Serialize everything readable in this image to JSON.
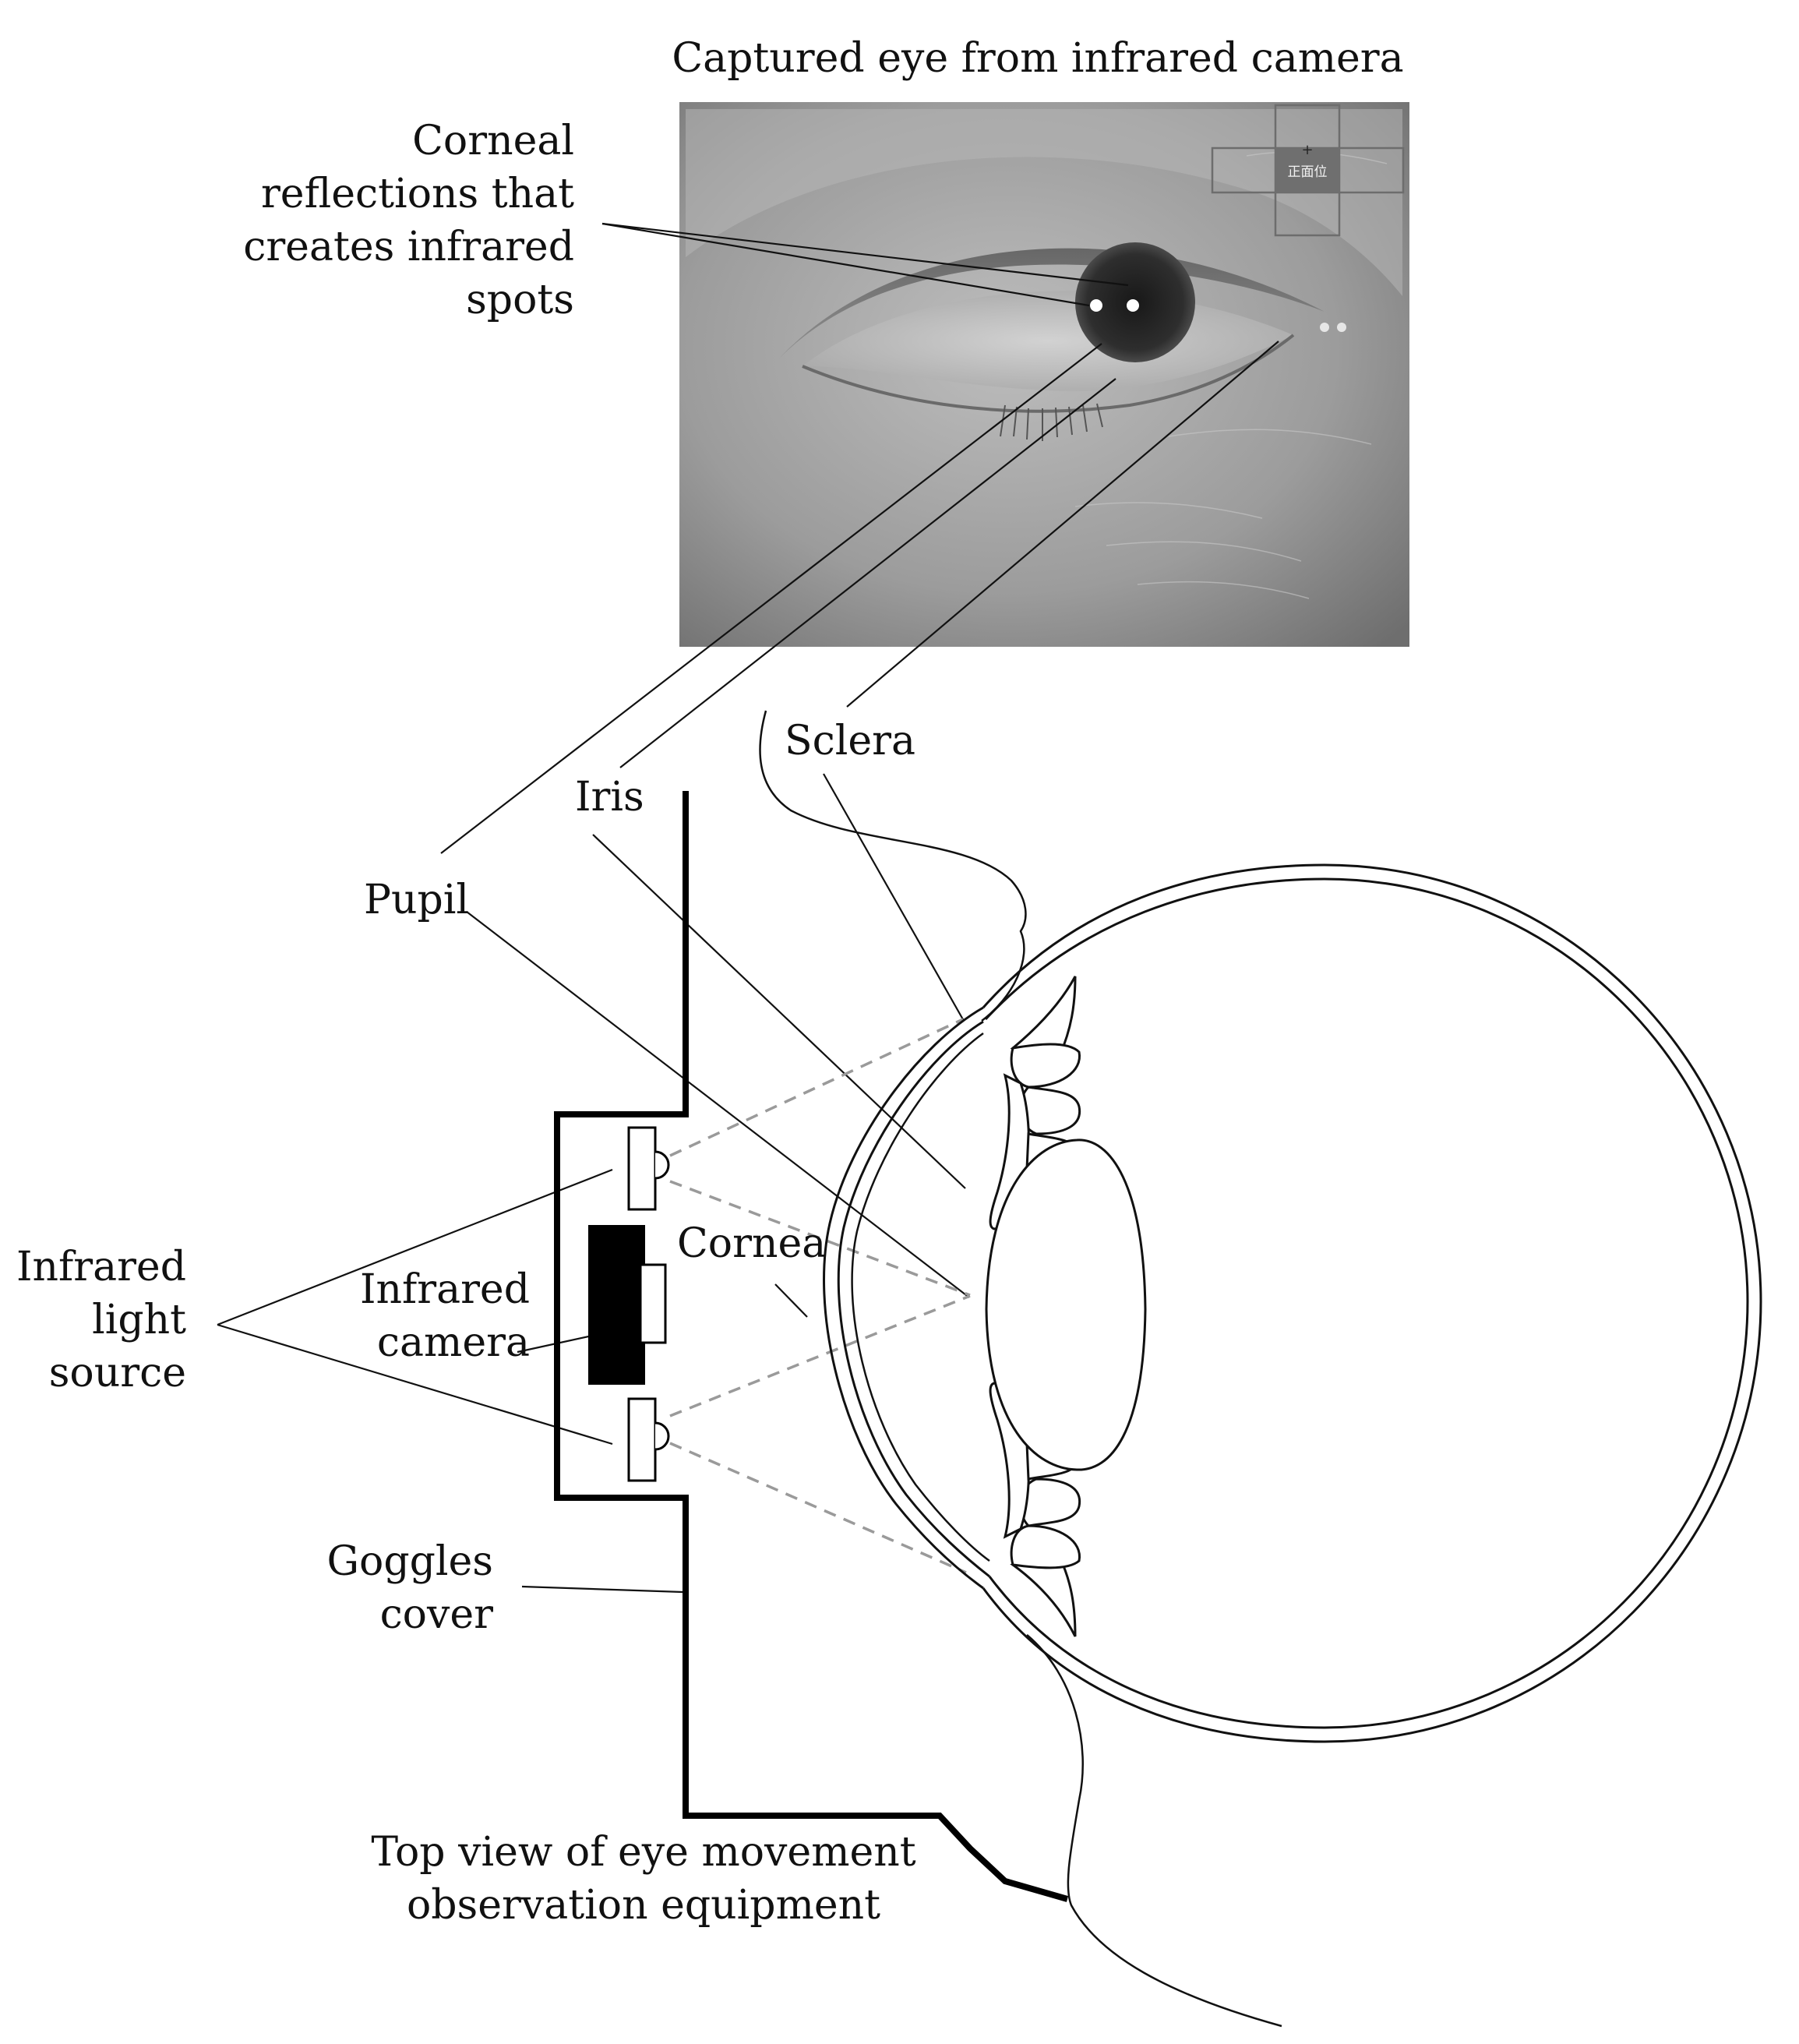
{
  "photo": {
    "title": "Captured  eye from infrared camera",
    "overlay_label": "正面位",
    "overlay_mark": "+"
  },
  "labels": {
    "corneal_reflections": [
      "Corneal",
      "reflections that",
      "creates infrared",
      "spots"
    ],
    "sclera": "Sclera",
    "iris": "Iris",
    "pupil": "Pupil",
    "cornea": "Cornea",
    "infrared_light_source": [
      "Infrared",
      "light",
      "source"
    ],
    "infrared_camera": [
      "Infrared",
      "camera"
    ],
    "goggles_cover": [
      "Goggles",
      "cover"
    ],
    "caption": [
      "Top view of eye movement",
      "observation equipment"
    ]
  },
  "colors": {
    "ink": "#111111",
    "dashed_rays": "#9a9a9a",
    "camera_body": "#000000",
    "overlay_box": "#7a7a7a"
  }
}
